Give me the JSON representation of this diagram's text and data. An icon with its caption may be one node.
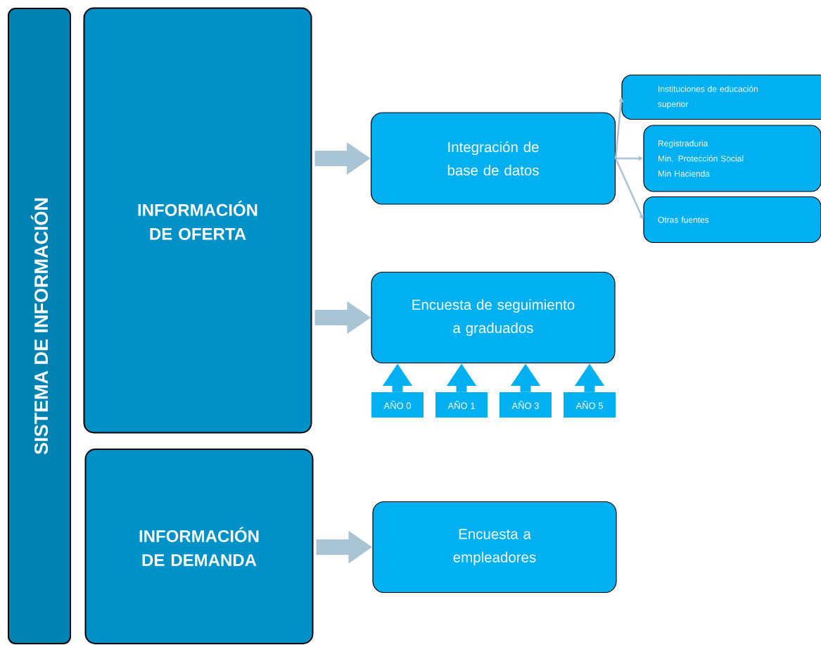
{
  "diagram": {
    "nodes": [
      {
        "text": [
          "SISTEMA DE INFORMACIÓN"
        ]
      },
      {
        "text": [
          "INFORMACIÓN DE OFERTA"
        ]
      },
      {
        "text": [
          "INFORMACIÓN DE DEMANDA"
        ]
      },
      {
        "text": [
          "Integración de base de datos"
        ]
      },
      {
        "text": [
          "Instituciones de educación superior"
        ]
      },
      {
        "text": [
          "Registraduria",
          "Min. Protección Social",
          "Min Hacienda"
        ]
      },
      {
        "text": [
          "Otras fuentes"
        ]
      },
      {
        "text": [
          "Encuesta de seguimiento a graduados"
        ]
      },
      {
        "text": [
          "AÑO 0"
        ]
      },
      {
        "text": [
          "AÑO 1"
        ]
      },
      {
        "text": [
          "AÑO 3"
        ]
      },
      {
        "text": [
          "AÑO 5"
        ]
      },
      {
        "text": [
          "Encuesta a empleadores"
        ]
      }
    ],
    "edges": [
      {
        "from": 1,
        "to": 3,
        "arrow": "to"
      },
      {
        "from": 1,
        "to": 7,
        "arrow": "to"
      },
      {
        "from": 2,
        "to": 12,
        "arrow": "to"
      },
      {
        "from": 3,
        "to": 4,
        "arrow": "to"
      },
      {
        "from": 3,
        "to": 5,
        "arrow": "to"
      },
      {
        "from": 3,
        "to": 6,
        "arrow": "to"
      },
      {
        "from": 8,
        "to": 7,
        "arrow": "to",
        "color": "#00b0f0"
      },
      {
        "from": 9,
        "to": 7,
        "arrow": "to",
        "color": "#00b0f0"
      },
      {
        "from": 10,
        "to": 7,
        "arrow": "to",
        "color": "#00b0f0"
      },
      {
        "from": 11,
        "to": 7,
        "arrow": "to",
        "color": "#00b0f0"
      }
    ]
  }
}
